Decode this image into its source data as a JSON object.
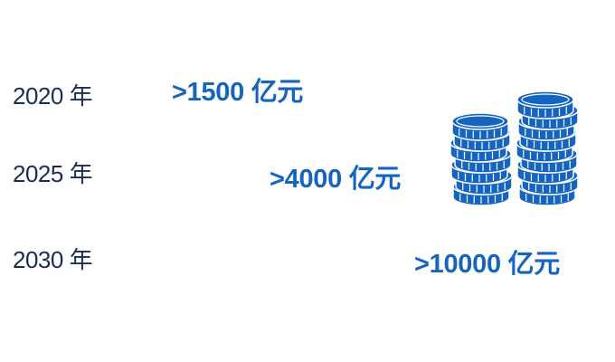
{
  "rows": [
    {
      "year": "2020 年",
      "value": ">1500 亿元"
    },
    {
      "year": "2025 年",
      "value": ">4000 亿元"
    },
    {
      "year": "2030 年",
      "value": ">10000 亿元"
    }
  ],
  "colors": {
    "year_text": "#1a2e55",
    "value_text": "#1565c0",
    "coin_fill": "#1565c0",
    "coin_edge": "#ffffff"
  },
  "illustration": {
    "icon": "coin-stacks-icon",
    "stacks": [
      {
        "name": "short-stack",
        "coin_count": 7
      },
      {
        "name": "tall-stack",
        "coin_count": 9
      }
    ]
  }
}
